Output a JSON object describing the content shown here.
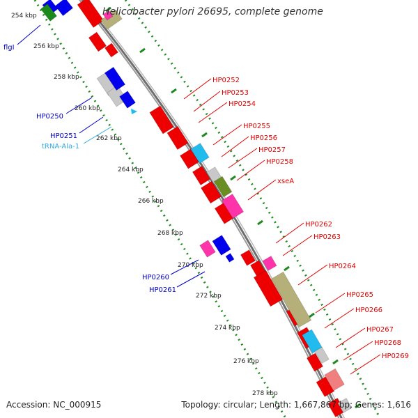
{
  "title": "Helicobacter pylori 26695, complete genome",
  "footer": {
    "accession": "Accession: NC_000915",
    "topology": "Topology: circular; Length: 1,667,867 bp; Genes: 1,616"
  },
  "colors": {
    "backbone": "#8c8c8c",
    "tick_dots": "#1f8a1f",
    "label_red": "#e00000",
    "label_blue": "#0000cc",
    "label_cyan": "#33aadd",
    "red": "#ee0000",
    "blue": "#0000ee",
    "olive": "#b5b07a",
    "magenta": "#ff33aa",
    "cyan": "#22bbee",
    "gray": "#c8c8c8",
    "dark_olive": "#6b8e23",
    "pink": "#f08080",
    "green": "#1a8a1a"
  },
  "kbp_ticks": [
    "254 kbp",
    "256 kbp",
    "258 kbp",
    "260 kbp",
    "262 kbp",
    "264 kbp",
    "266 kbp",
    "268 kbp",
    "270 kbp",
    "272 kbp",
    "274 kbp",
    "276 kbp",
    "278 kbp"
  ],
  "gene_labels": [
    {
      "text": "flgI",
      "color": "blue"
    },
    {
      "text": "HP0250",
      "color": "blue"
    },
    {
      "text": "HP0251",
      "color": "blue"
    },
    {
      "text": "tRNA-Ala-1",
      "color": "cyan"
    },
    {
      "text": "HP0252",
      "color": "red"
    },
    {
      "text": "HP0253",
      "color": "red"
    },
    {
      "text": "HP0254",
      "color": "red"
    },
    {
      "text": "HP0255",
      "color": "red"
    },
    {
      "text": "HP0256",
      "color": "red"
    },
    {
      "text": "HP0257",
      "color": "red"
    },
    {
      "text": "HP0258",
      "color": "red"
    },
    {
      "text": "xseA",
      "color": "red"
    },
    {
      "text": "HP0260",
      "color": "blue"
    },
    {
      "text": "HP0261",
      "color": "blue"
    },
    {
      "text": "HP0262",
      "color": "red"
    },
    {
      "text": "HP0263",
      "color": "red"
    },
    {
      "text": "HP0264",
      "color": "red"
    },
    {
      "text": "HP0265",
      "color": "red"
    },
    {
      "text": "HP0266",
      "color": "red"
    },
    {
      "text": "HP0267",
      "color": "red"
    },
    {
      "text": "HP0268",
      "color": "red"
    },
    {
      "text": "HP0269",
      "color": "red"
    }
  ]
}
